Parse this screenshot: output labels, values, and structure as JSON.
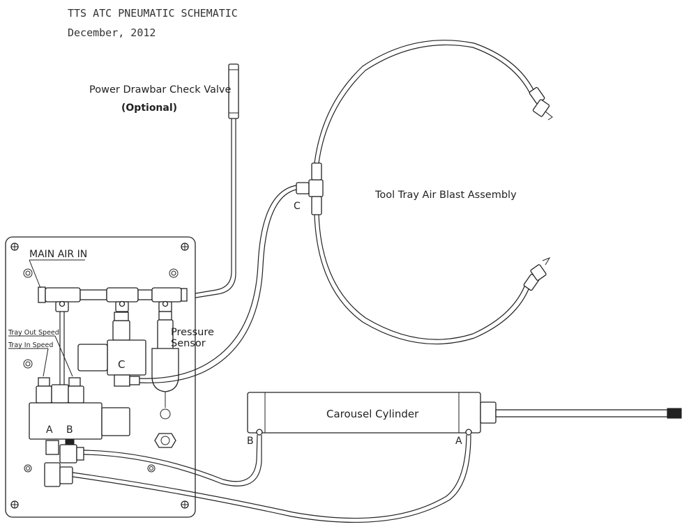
{
  "header": {
    "title": "TTS ATC PNEUMATIC SCHEMATIC",
    "date": "December, 2012"
  },
  "labels": {
    "check_valve": "Power Drawbar Check Valve",
    "optional": "(Optional)",
    "air_blast": "Tool Tray Air Blast Assembly",
    "main_air_in": "MAIN AIR IN",
    "tray_out_speed": "Tray Out Speed",
    "tray_in_speed": "Tray In Speed",
    "pressure": "Pressure",
    "sensor": "Sensor",
    "carousel_cylinder": "Carousel Cylinder",
    "port_c_panel": "C",
    "port_c_blast": "C",
    "port_a_valve": "A",
    "port_b_valve": "B",
    "port_a_cyl": "A",
    "port_b_cyl": "B"
  }
}
